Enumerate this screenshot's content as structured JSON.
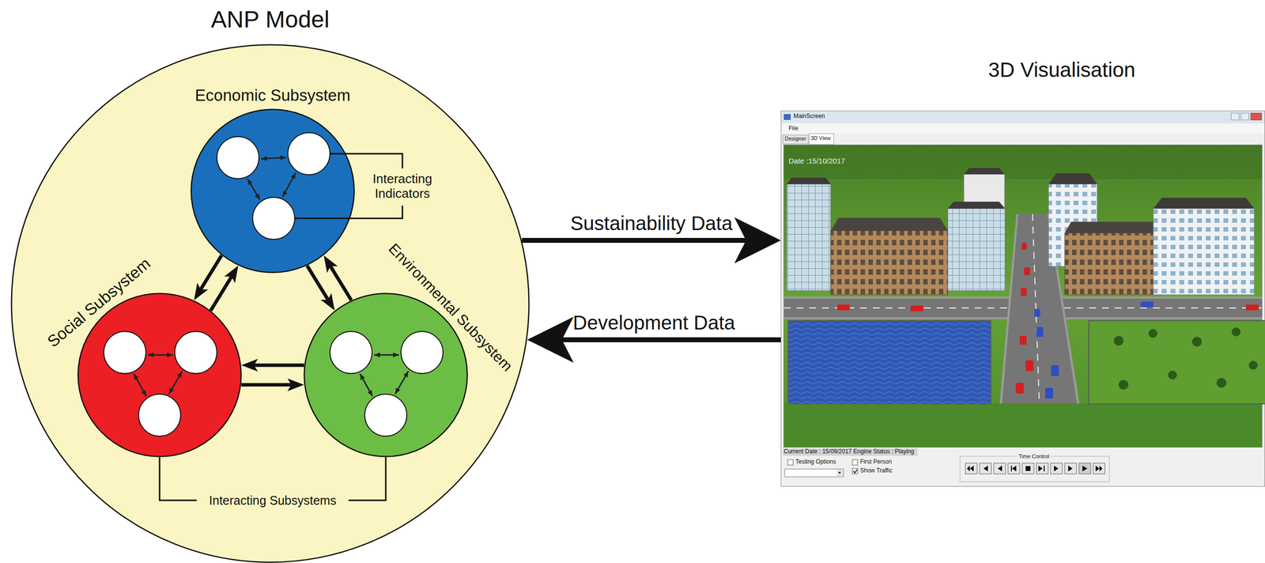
{
  "diagram": {
    "nodes": [
      {
        "text": [
          "ANP Model"
        ]
      },
      {
        "text": [
          "Economic Subsystem"
        ],
        "in": 0
      },
      {
        "text": [
          "Social Subsystem"
        ],
        "in": 0
      },
      {
        "text": [
          "Environmental Subsystem"
        ],
        "in": 0
      },
      {
        "text": [
          "3D Visualisation"
        ]
      }
    ],
    "edges": [
      {
        "from": 1,
        "to": 2,
        "arrow": "to"
      },
      {
        "from": 2,
        "to": 1,
        "arrow": "to"
      },
      {
        "from": 1,
        "to": 3,
        "arrow": "to"
      },
      {
        "from": 3,
        "to": 1,
        "arrow": "to"
      },
      {
        "from": 2,
        "to": 3,
        "arrow": "to"
      },
      {
        "from": 3,
        "to": 2,
        "arrow": "to"
      },
      {
        "from": 0,
        "to": 4,
        "label": "Sustainability Data",
        "arrow": "to"
      },
      {
        "from": 4,
        "to": 0,
        "label": "Development Data",
        "arrow": "to"
      }
    ],
    "labels": [
      "Interacting Indicators",
      "Interacting Subsystems",
      "MainScreen",
      "File",
      "Designer",
      "3D View",
      "Date :15/10/2017",
      "Current Date : 15/09/2017 Engine Status : Playing",
      "Testing Options",
      "First Person",
      "Show Traffic",
      "Time Control"
    ]
  }
}
